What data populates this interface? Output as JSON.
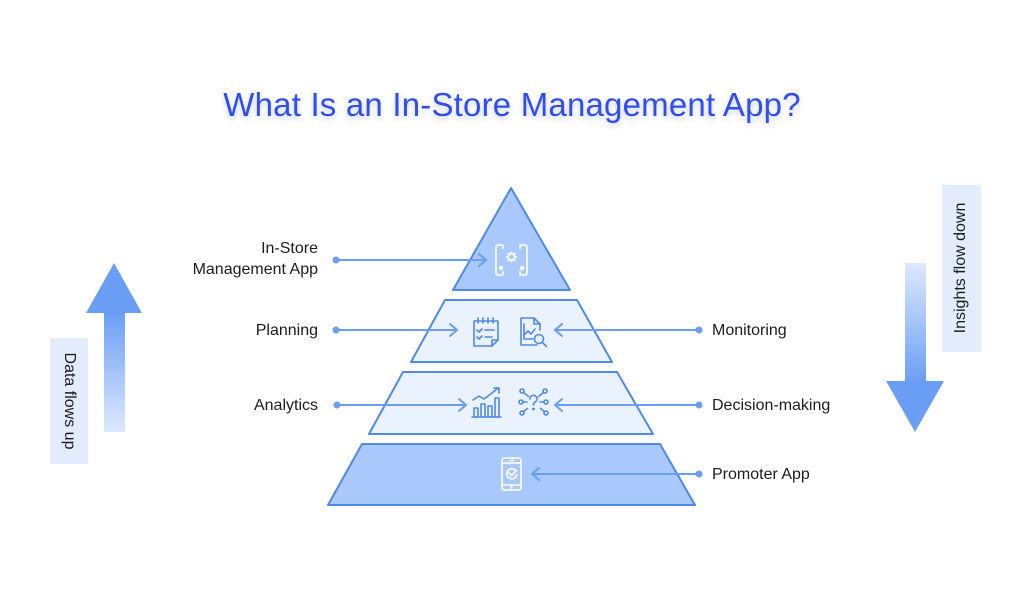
{
  "title": "What Is an In-Store Management App?",
  "colors": {
    "title": "#2f4df2",
    "tier_dark_fill": "#a9c8fb",
    "tier_light_fill": "#eaf2fe",
    "stroke": "#4f8ae8",
    "connector": "#6b9ef0",
    "side_box": "#e3ecfc"
  },
  "pyramid": {
    "tiers": [
      {
        "level": 1,
        "icons": [
          "app-settings-icon"
        ],
        "left_label": "In-Store Management App",
        "right_label": null
      },
      {
        "level": 2,
        "icons": [
          "checklist-notepad-icon",
          "chart-search-icon"
        ],
        "left_label": "Planning",
        "right_label": "Monitoring"
      },
      {
        "level": 3,
        "icons": [
          "growth-bar-chart-icon",
          "decision-network-icon"
        ],
        "left_label": "Analytics",
        "right_label": "Decision-making"
      },
      {
        "level": 4,
        "icons": [
          "mobile-check-icon"
        ],
        "left_label": null,
        "right_label": "Promoter App"
      }
    ]
  },
  "labels": {
    "left": {
      "in_store_line1": "In-Store",
      "in_store_line2": "Management App",
      "planning": "Planning",
      "analytics": "Analytics"
    },
    "right": {
      "monitoring": "Monitoring",
      "decision_making": "Decision-making",
      "promoter_app": "Promoter App"
    }
  },
  "flows": {
    "left": {
      "text": "Data flows up",
      "direction": "up"
    },
    "right": {
      "text": "Insights flow down",
      "direction": "down"
    }
  }
}
